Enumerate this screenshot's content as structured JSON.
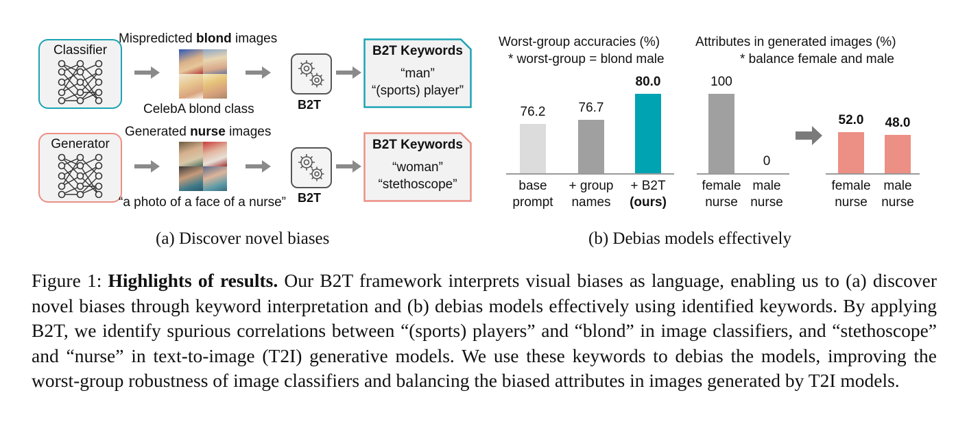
{
  "panel_a": {
    "classifier_row": {
      "model_label": "Classifier",
      "caption_prefix": "Mispredicted",
      "caption_bold": "blond",
      "caption_suffix": "images",
      "sub_caption": "CelebA blond class",
      "b2t_label": "B2T",
      "keywords_title": "B2T Keywords",
      "keywords": [
        "“man”",
        "“(sports) player”"
      ],
      "accent": "#1aa3b4"
    },
    "generator_row": {
      "model_label": "Generator",
      "caption_prefix": "Generated",
      "caption_bold": "nurse",
      "caption_suffix": "images",
      "sub_caption": "“a photo of a face of a nurse”",
      "b2t_label": "B2T",
      "keywords_title": "B2T Keywords",
      "keywords": [
        "“woman”",
        "“stethoscope”"
      ],
      "accent": "#ec8f84"
    },
    "subcaption": "(a) Discover novel biases"
  },
  "panel_b": {
    "subcaption": "(b) Debias models effectively"
  },
  "chart_data": [
    {
      "type": "bar",
      "title": "Worst-group accuracies (%)",
      "subtitle": "* worst-group = blond male",
      "categories": [
        "base prompt",
        "+ group names",
        "+ B2T (ours)"
      ],
      "category_lines": [
        [
          "base",
          "prompt"
        ],
        [
          "+ group",
          "names"
        ],
        [
          "+ B2T",
          "(ours)"
        ]
      ],
      "values": [
        76.2,
        76.7,
        80.0
      ],
      "value_labels": [
        "76.2",
        "76.7",
        "80.0"
      ],
      "colors": [
        "#dcdcdc",
        "#a0a0a0",
        "#00a3b1"
      ],
      "highlight_index": 2,
      "ylim": [
        70,
        81
      ]
    },
    {
      "type": "bar",
      "title": "Attributes in generated images (%)",
      "subtitle": "* balance female and male",
      "groups": [
        {
          "categories": [
            "female nurse",
            "male nurse"
          ],
          "category_lines": [
            [
              "female",
              "nurse"
            ],
            [
              "male",
              "nurse"
            ]
          ],
          "values": [
            100,
            0
          ],
          "value_labels": [
            "100",
            "0"
          ],
          "color": "#a0a0a0"
        },
        {
          "categories": [
            "female nurse",
            "male nurse"
          ],
          "category_lines": [
            [
              "female",
              "nurse"
            ],
            [
              "male",
              "nurse"
            ]
          ],
          "values": [
            52.0,
            48.0
          ],
          "value_labels": [
            "52.0",
            "48.0"
          ],
          "color": "#ec8f84",
          "bold_labels": true
        }
      ],
      "ylim": [
        0,
        100
      ]
    }
  ],
  "figure_caption": {
    "label": "Figure 1:",
    "bold_title": "Highlights of results.",
    "text": "Our B2T framework interprets visual biases as language, enabling us to (a) discover novel biases through keyword interpretation and (b) debias models effectively using identified keywords. By applying B2T, we identify spurious correlations between “(sports) players” and “blond” in image classifiers, and “stethoscope” and “nurse” in text-to-image (T2I) generative models. We use these keywords to debias the models, improving the worst-group robustness of image classifiers and balancing the biased attributes in images generated by T2I models."
  }
}
